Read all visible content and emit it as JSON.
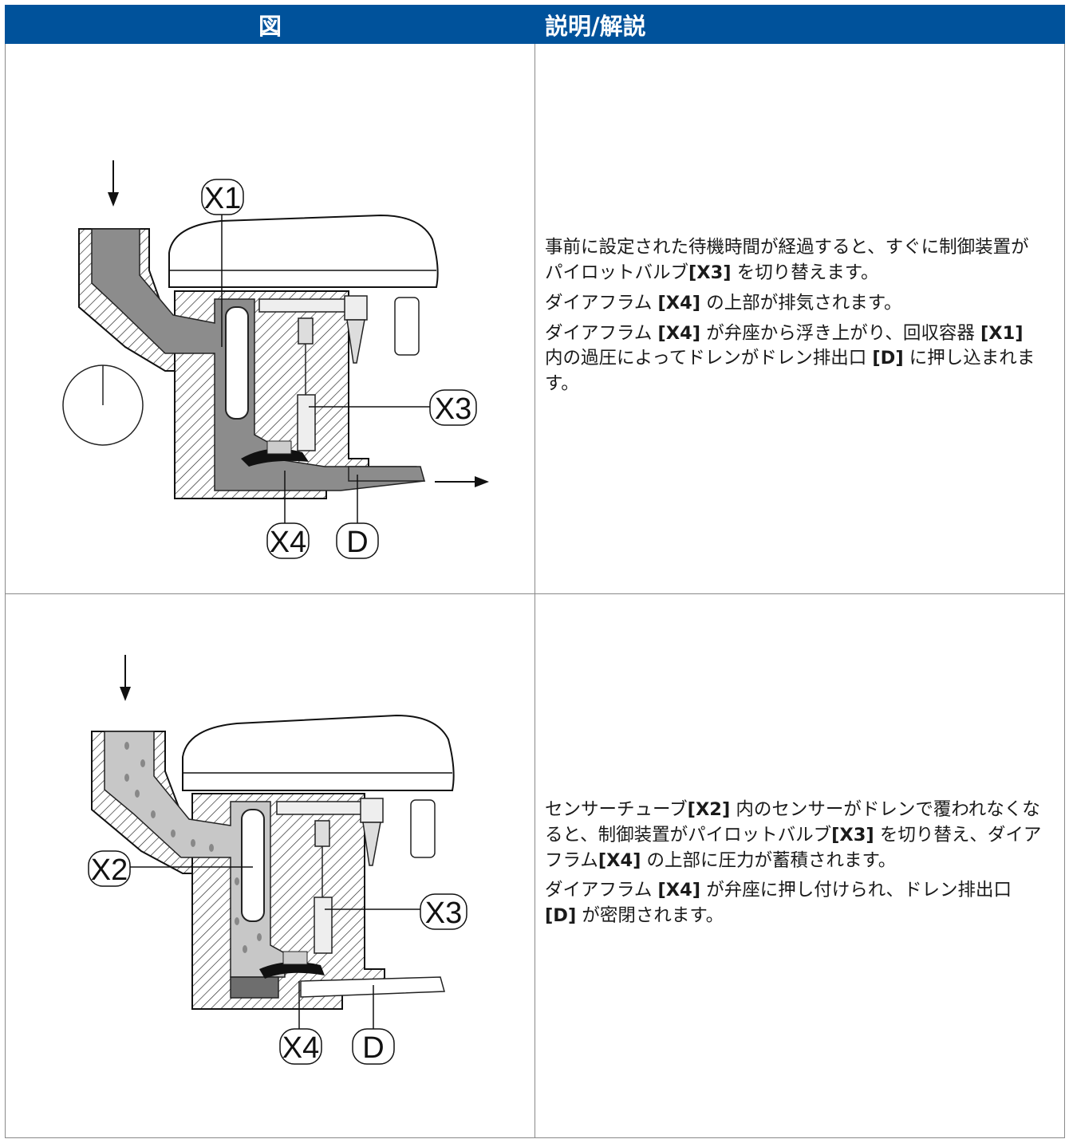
{
  "header": {
    "col_figure": "図",
    "col_description": "説明/解説"
  },
  "rows": [
    {
      "labels": {
        "x1": "X1",
        "x3": "X3",
        "x4": "X4",
        "d": "D"
      },
      "paragraphs": [
        [
          {
            "t": "事前に設定された待機時間が経過すると、すぐに制御装置がパイロットバルブ"
          },
          {
            "t": "[X3]",
            "b": true
          },
          {
            "t": " を切り替えます。"
          }
        ],
        [
          {
            "t": "ダイアフラム "
          },
          {
            "t": "[X4]",
            "b": true
          },
          {
            "t": " の上部が排気されます。"
          }
        ],
        [
          {
            "t": "ダイアフラム "
          },
          {
            "t": "[X4]",
            "b": true
          },
          {
            "t": " が弁座から浮き上がり、回収容器 "
          },
          {
            "t": "[X1]",
            "b": true
          },
          {
            "t": " 内の過圧によってドレンがドレン排出口 "
          },
          {
            "t": "[D]",
            "b": true
          },
          {
            "t": " に押し込まれます。"
          }
        ]
      ]
    },
    {
      "labels": {
        "x2": "X2",
        "x3": "X3",
        "x4": "X4",
        "d": "D"
      },
      "paragraphs": [
        [
          {
            "t": "センサーチューブ"
          },
          {
            "t": "[X2]",
            "b": true
          },
          {
            "t": " 内のセンサーがドレンで覆われなくなると、制御装置がパイロットバルブ"
          },
          {
            "t": "[X3]",
            "b": true
          },
          {
            "t": " を切り替え、ダイアフラム"
          },
          {
            "t": "[X4]",
            "b": true
          },
          {
            "t": " の上部に圧力が蓄積されます。"
          }
        ],
        [
          {
            "t": "ダイアフラム "
          },
          {
            "t": "[X4]",
            "b": true
          },
          {
            "t": " が弁座に押し付けられ、ドレン排出口 "
          },
          {
            "t": "[D]",
            "b": true
          },
          {
            "t": " が密閉されます。"
          }
        ]
      ]
    }
  ]
}
